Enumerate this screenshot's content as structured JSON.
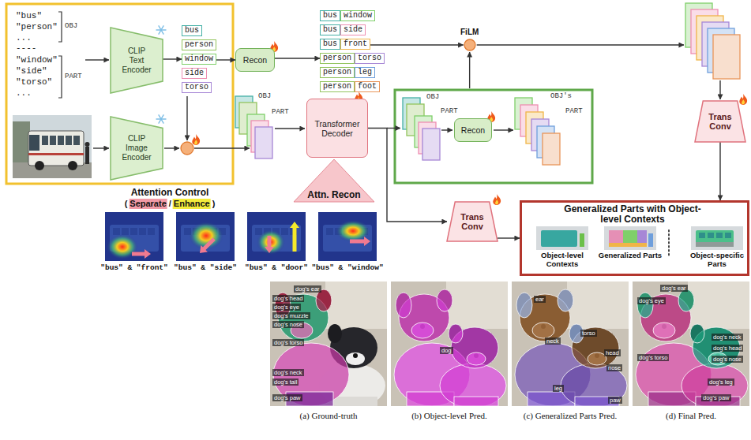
{
  "diagram": {
    "nodes": [
      {
        "text": [
          "CLIP Text Encoder"
        ]
      },
      {
        "text": [
          "bus"
        ]
      },
      {
        "text": [
          "person"
        ]
      },
      {
        "text": [
          "window"
        ]
      },
      {
        "text": [
          "side"
        ]
      },
      {
        "text": [
          "torso"
        ]
      },
      {
        "text": [
          "Recon"
        ]
      },
      {
        "text": [
          "bus",
          "window"
        ]
      },
      {
        "text": [
          "bus",
          "side"
        ]
      },
      {
        "text": [
          "bus",
          "front"
        ]
      },
      {
        "text": [
          "person",
          "torso"
        ]
      },
      {
        "text": [
          "person",
          "leg"
        ]
      },
      {
        "text": [
          "person",
          "foot"
        ]
      },
      {
        "text": [
          "FiLM"
        ]
      },
      {
        "text": [
          "Trans Conv"
        ]
      },
      {
        "text": [
          "CLIP Image Encoder"
        ]
      },
      {
        "text": [
          "Transformer Decoder"
        ]
      },
      {
        "text": [
          "Recon"
        ]
      },
      {
        "text": [
          "Trans Conv"
        ]
      },
      {
        "text": [
          "Generalized Parts with Object-level Contexts"
        ]
      },
      {
        "text": [
          "Object-level Contexts"
        ],
        "in": 19
      },
      {
        "text": [
          "Generalized Parts"
        ],
        "in": 19
      },
      {
        "text": [
          "Object-specific Parts"
        ],
        "in": 19
      }
    ],
    "edges": [
      {
        "from": 0,
        "to": 3,
        "arrow": "to"
      },
      {
        "from": 3,
        "to": 6,
        "arrow": "to"
      },
      {
        "from": 6,
        "to": 10,
        "arrow": "to"
      },
      {
        "from": 9,
        "to": 13,
        "arrow": "to"
      },
      {
        "from": 16,
        "to": 18,
        "arrow": "to"
      },
      {
        "from": 18,
        "to": 19,
        "arrow": "to"
      },
      {
        "from": 14,
        "to": 19,
        "arrow": "to"
      }
    ],
    "labels": [
      "\"bus\"",
      "\"person\"",
      "...",
      "----",
      "\"window\"",
      "\"side\"",
      "\"torso\"",
      "...",
      "OBJ",
      "PART",
      "OBJ",
      "PART",
      "OBJ",
      "PART",
      "OBJ's",
      "PART",
      "Attention Control",
      "(",
      "Separate",
      "/",
      "Enhance",
      ")",
      "Attn. Recon",
      "\"bus\" & \"front\"",
      "\"bus\" & \"side\"",
      "\"bus\" & \"door\"",
      "\"bus\" & \"window\"",
      "dog's ear",
      "dog's head",
      "dog's eye",
      "dog's muzzle",
      "dog's nose",
      "dog's torso",
      "dog's neck",
      "dog's tail",
      "dog's paw",
      "dog",
      "ear",
      "torso",
      "neck",
      "head",
      "nose",
      "leg",
      "paw",
      "dog's ear",
      "dog's eye",
      "dog's head",
      "dog's neck",
      "dog's nose",
      "dog's torso",
      "dog's leg",
      "dog's paw",
      "(a) Ground-truth",
      "(b) Object-level Pred.",
      "(c) Generalized Parts Pred.",
      "(d) Final Pred."
    ]
  }
}
